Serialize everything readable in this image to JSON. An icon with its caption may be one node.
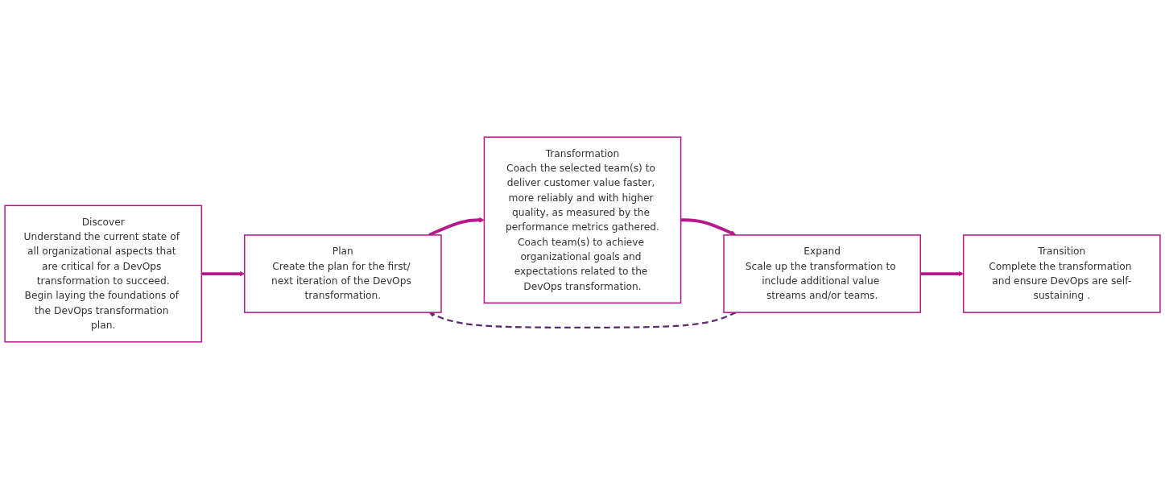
{
  "diagram": {
    "nodes": [
      {
        "text": [
          "Discover",
          "Understand the current state of all organizational aspects that are critical for a DevOps transformation to succeed.",
          "Begin laying the foundations of the DevOps transformation plan."
        ]
      },
      {
        "text": [
          "Plan",
          "Create the plan for the first/ next iteration of the DevOps transformation."
        ]
      },
      {
        "text": [
          "Transformation",
          "Coach the selected team(s) to deliver customer value faster, more reliably and with higher quality, as measured by the performance metrics gathered.",
          "Coach team(s) to achieve organizational goals and expectations related to the DevOps transformation."
        ]
      },
      {
        "text": [
          "Expand",
          "Scale up the transformation to include additional value streams and/or teams."
        ]
      },
      {
        "text": [
          "Transition",
          "Complete the transformation and ensure DevOps are self-sustaining ."
        ]
      }
    ],
    "edges": [
      {
        "from": 0,
        "to": 1,
        "arrow": "to"
      },
      {
        "from": 1,
        "to": 2,
        "arrow": "to"
      },
      {
        "from": 2,
        "to": 3,
        "arrow": "to"
      },
      {
        "from": 3,
        "to": 1,
        "arrow": "to",
        "style": "dashed",
        "color": "#5c2a6e"
      },
      {
        "from": 3,
        "to": 4,
        "arrow": "to"
      }
    ]
  }
}
